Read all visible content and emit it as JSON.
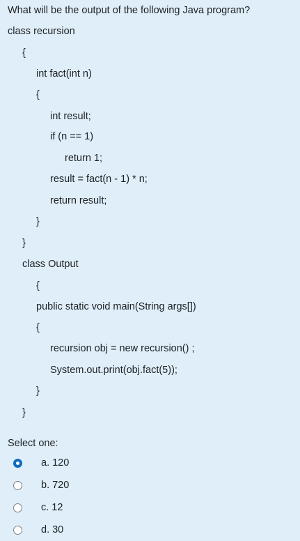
{
  "question": {
    "prompt": "What will be the output of the following Java program?",
    "code_lines": [
      "class recursion",
      "{",
      "int fact(int n)",
      "{",
      "int result;",
      "if (n == 1)",
      "return 1;",
      "result = fact(n - 1) * n;",
      "return result;",
      "}",
      "}",
      "class Output",
      "{",
      "public static void main(String args[])",
      "{",
      "recursion obj = new recursion() ;",
      "System.out.print(obj.fact(5));",
      "}",
      "}"
    ]
  },
  "answer": {
    "select_label": "Select one:",
    "options": [
      {
        "label": "a. 120",
        "selected": true
      },
      {
        "label": "b. 720",
        "selected": false
      },
      {
        "label": "c. 12",
        "selected": false
      },
      {
        "label": "d. 30",
        "selected": false
      }
    ]
  }
}
